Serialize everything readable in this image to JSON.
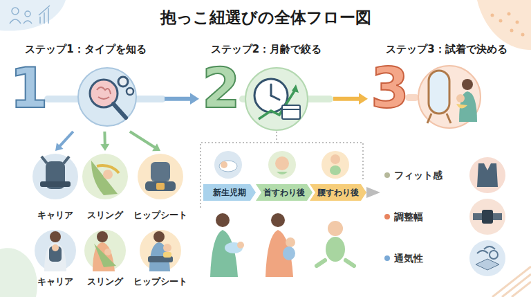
{
  "diagram": {
    "title": "抱っこ紐選びの全体フロー図",
    "nodes": [
      {
        "text": [
          "ステップ1：タイプを知る",
          "1"
        ]
      },
      {
        "text": [
          "ステップ2：月齢で絞る",
          "2"
        ]
      },
      {
        "text": [
          "ステップ3：試着で決める",
          "3"
        ]
      },
      {
        "text": [
          "キャリア"
        ]
      },
      {
        "text": [
          "スリング"
        ]
      },
      {
        "text": [
          "ヒップシート"
        ]
      },
      {
        "text": [
          "キャリア"
        ]
      },
      {
        "text": [
          "スリング"
        ]
      },
      {
        "text": [
          "ヒップシート"
        ]
      },
      {
        "text": [
          "新生児期"
        ]
      },
      {
        "text": [
          "首すわり後"
        ]
      },
      {
        "text": [
          "腰すわり後"
        ]
      }
    ],
    "edges": [
      {
        "from": 0,
        "to": 1,
        "arrow": "to"
      },
      {
        "from": 1,
        "to": 2,
        "arrow": "to"
      },
      {
        "from": 0,
        "to": 3,
        "arrow": "to"
      },
      {
        "from": 0,
        "to": 4,
        "arrow": "to"
      },
      {
        "from": 0,
        "to": 5,
        "arrow": "to"
      }
    ],
    "labels": [
      "フィット感",
      "調整幅",
      "通気性"
    ]
  }
}
